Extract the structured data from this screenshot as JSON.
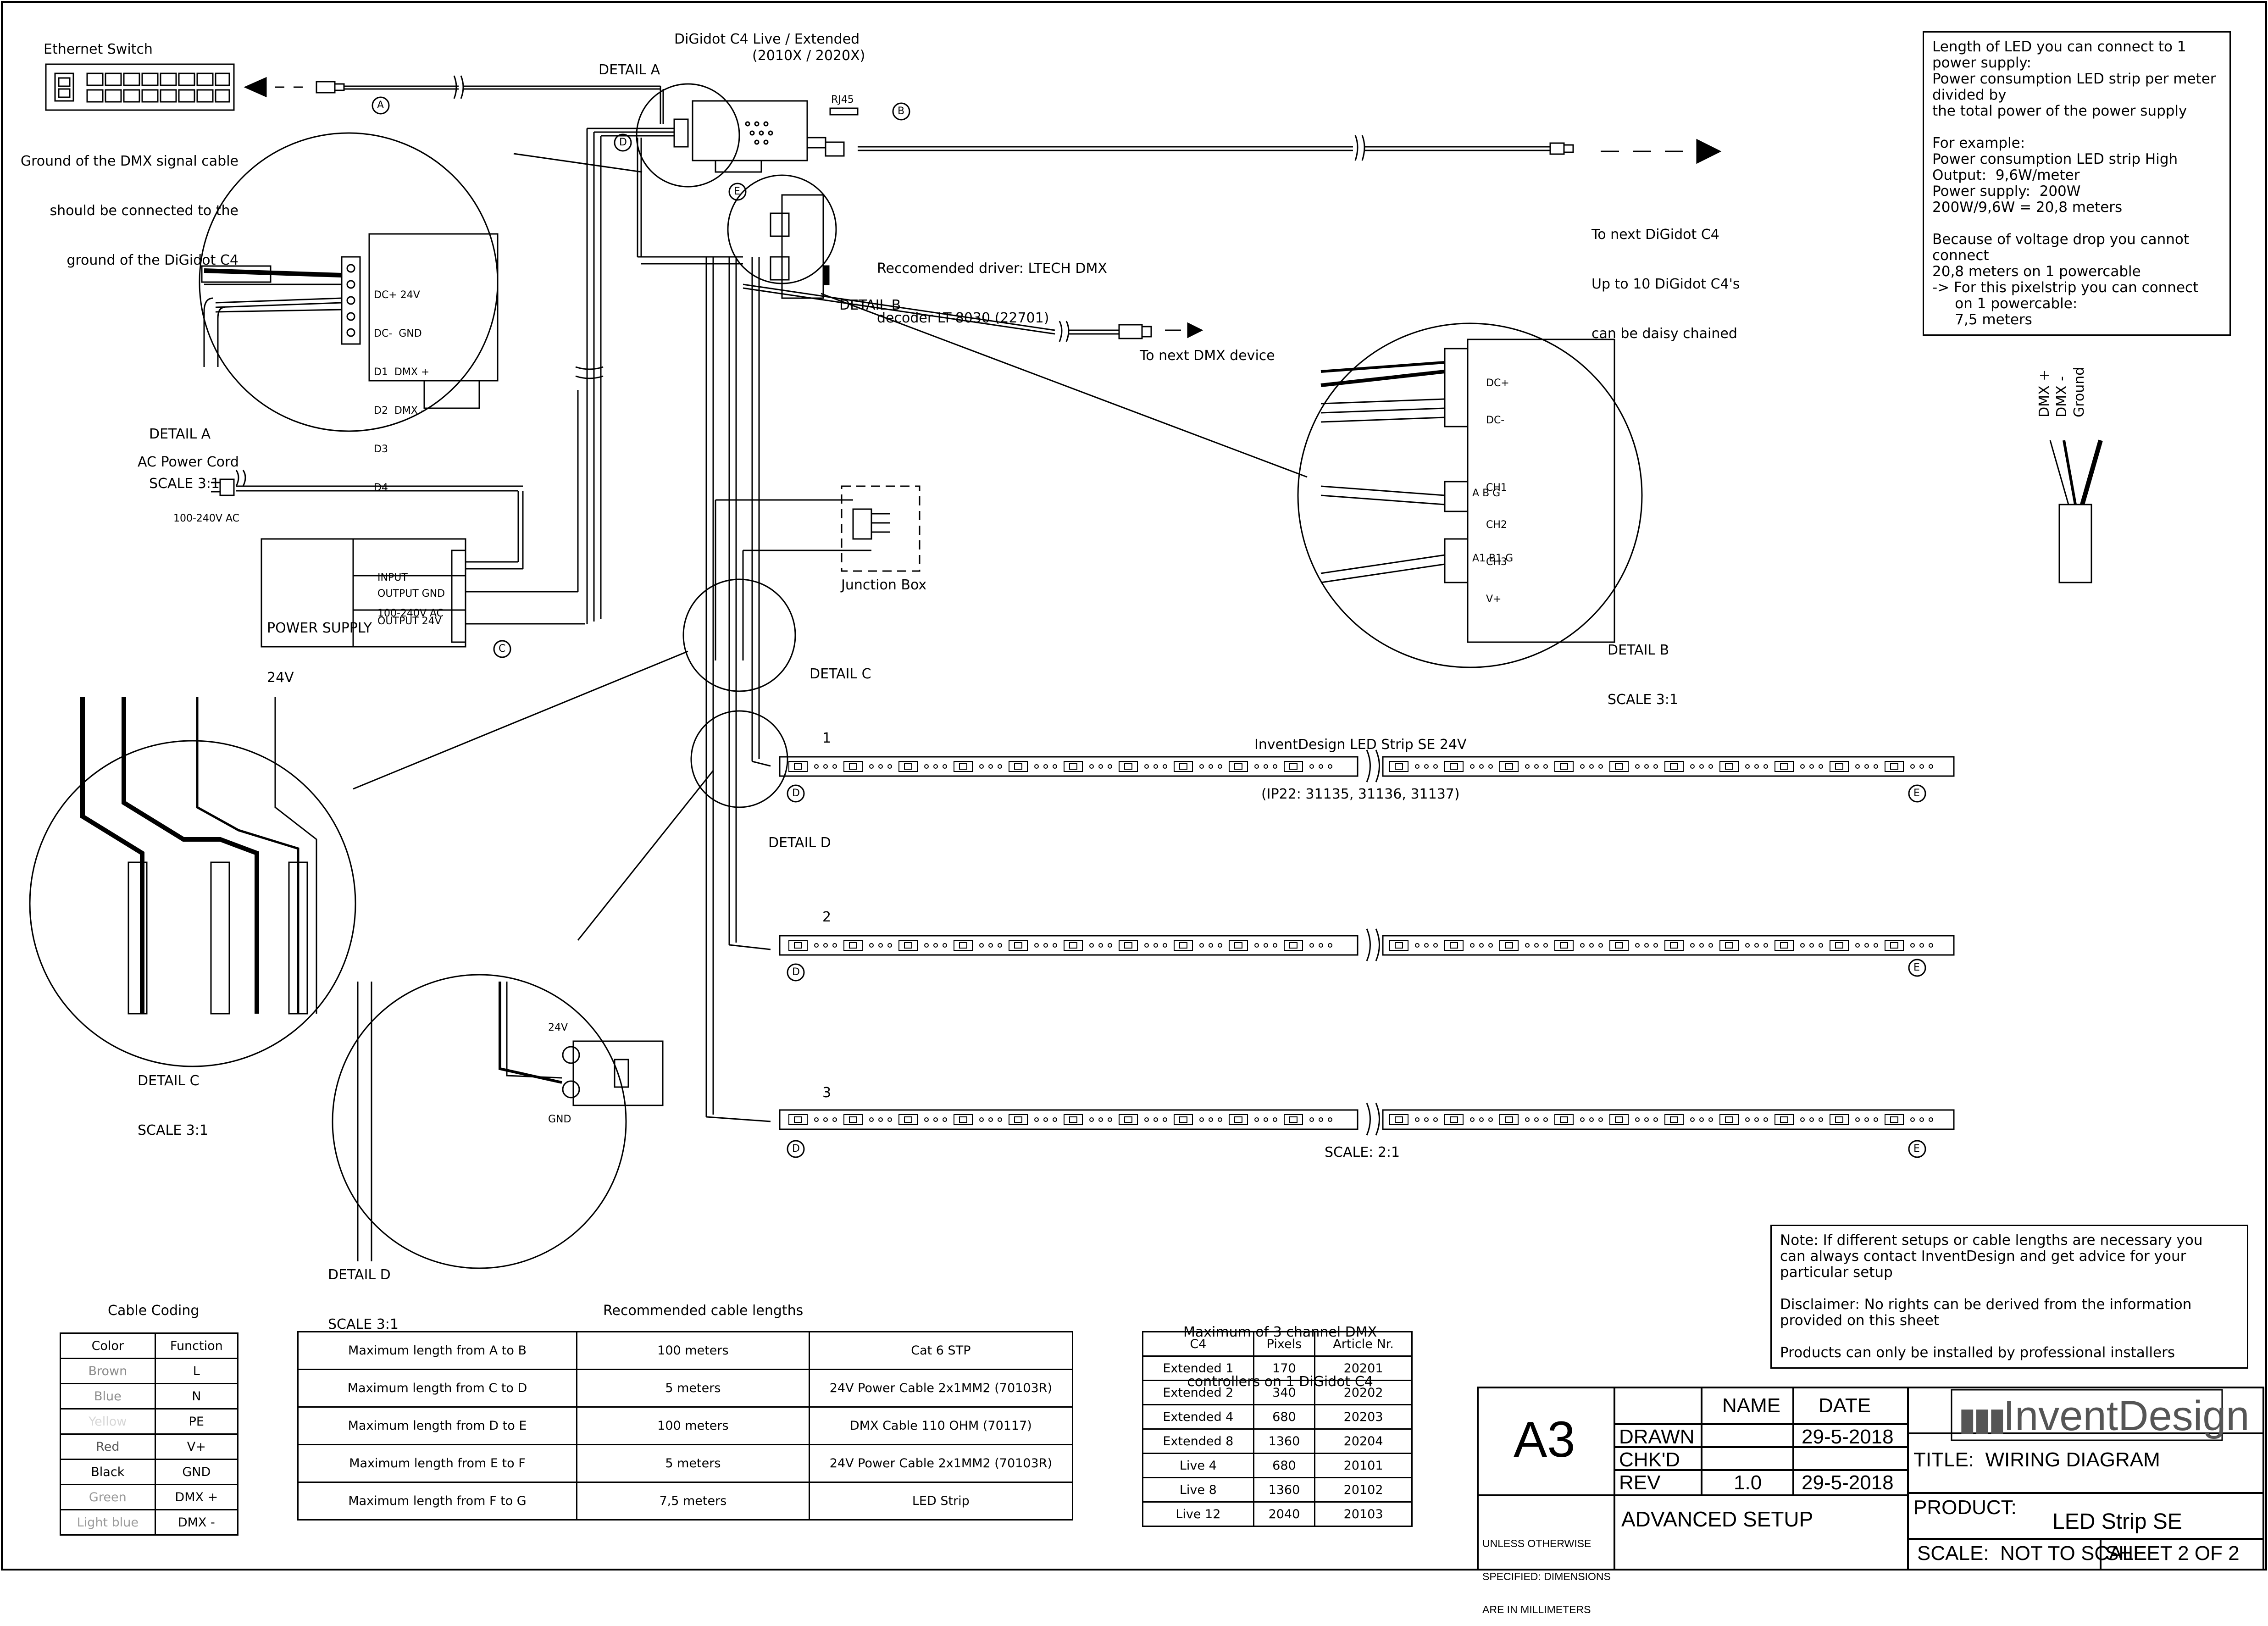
{
  "labels": {
    "ethernet_switch": "Ethernet Switch",
    "detail_a": "DETAIL A",
    "digidot_title": "DiGidot C4 Live / Extended",
    "digidot_models": "(2010X / 2020X)",
    "rj45": "RJ45",
    "ground_note": [
      "Ground of the DMX signal cable",
      "should be connected to the",
      "ground of the DiGidot C4"
    ],
    "to_next_digidot": [
      "To next DiGidot C4",
      "Up to 10 DiGidot C4's",
      "can be daisy chained"
    ],
    "recommended_driver": [
      "Reccomended driver: LTECH DMX",
      "decoder LT-8030 (22701)"
    ],
    "detail_b": "DETAIL B",
    "to_next_dmx": "To next DMX device",
    "detail_a_scale": [
      "DETAIL A",
      "SCALE 3:1"
    ],
    "ac_power_cord": "AC Power Cord",
    "voltage_range": "100-240V AC",
    "power_supply": [
      "POWER SUPPLY",
      "24V"
    ],
    "ps_input": [
      "INPUT",
      "100-240V AC"
    ],
    "ps_output_gnd": "OUTPUT GND",
    "ps_output_24v": "OUTPUT 24V",
    "junction_box": "Junction Box",
    "detail_c": "DETAIL C",
    "detail_d": "DETAIL D",
    "detail_b_scale": [
      "DETAIL B",
      "SCALE 3:1"
    ],
    "detail_c_scale": [
      "DETAIL C",
      "SCALE 3:1"
    ],
    "detail_d_scale": [
      "DETAIL D",
      "SCALE 3:1"
    ],
    "led_strip_title": [
      "InventDesign LED Strip SE 24V",
      "(IP22: 31135, 31136, 31137)"
    ],
    "strip_numbers": [
      "1",
      "2",
      "3"
    ],
    "scale_2_1": "SCALE: 2:1",
    "pins_a": [
      "DC+ 24V",
      "DC-  GND",
      "D1  DMX +",
      "D2  DMX -",
      "D3",
      "D4"
    ],
    "pins_b": [
      "DC+",
      "DC-",
      "CH1",
      "CH2",
      "CH3",
      "V+"
    ],
    "pins_b_dmx": [
      "A",
      "B",
      "G",
      "A1",
      "B1",
      "G"
    ],
    "detail_d_24v": "24V",
    "detail_d_gnd": "GND",
    "cable_legend": [
      "DMX +",
      "DMX -",
      "Ground"
    ],
    "markers": [
      "A",
      "B",
      "C",
      "D",
      "E"
    ]
  },
  "length_note": [
    "Length of LED you can connect to 1",
    "power supply:",
    "Power consumption LED strip per meter",
    "divided by",
    "the total power of the power supply",
    "",
    "For example:",
    "Power consumption LED strip High",
    "Output:  9,6W/meter",
    "Power supply:  200W",
    "200W/9,6W = 20,8 meters",
    "",
    "Because of voltage drop you cannot",
    "connect",
    "20,8 meters on 1 powercable",
    "-> For this pixelstrip you can connect",
    "     on 1 powercable:",
    "     7,5 meters"
  ],
  "disclaimer_note": [
    "Note: If different setups or cable lengths are necessary you",
    "can always contact InventDesign and get advice for your",
    "particular setup",
    "",
    "Disclaimer: No rights can be derived from the information",
    "provided on this sheet",
    "",
    "Products can only be installed by professional installers"
  ],
  "cable_coding": {
    "title": "Cable Coding",
    "headers": [
      "Color",
      "Function"
    ],
    "rows": [
      {
        "color": "Brown",
        "function": "L",
        "hex": "#8a8a8a"
      },
      {
        "color": "Blue",
        "function": "N",
        "hex": "#8a8a8a"
      },
      {
        "color": "Yellow",
        "function": "PE",
        "hex": "#d6d6d6"
      },
      {
        "color": "Red",
        "function": "V+",
        "hex": "#555555"
      },
      {
        "color": "Black",
        "function": "GND",
        "hex": "#000000"
      },
      {
        "color": "Green",
        "function": "DMX +",
        "hex": "#9a9a9a"
      },
      {
        "color": "Light blue",
        "function": "DMX -",
        "hex": "#9a9a9a"
      }
    ]
  },
  "cable_lengths": {
    "title": "Recommended cable lengths",
    "rows": [
      {
        "label": "Maximum length from A to B",
        "length": "100 meters",
        "cable": "Cat 6 STP"
      },
      {
        "label": "Maximum length from C to D",
        "length": "5 meters",
        "cable": "24V Power Cable 2x1MM2  (70103R)"
      },
      {
        "label": "Maximum length from D to E",
        "length": "100 meters",
        "cable": "DMX Cable 110 OHM (70117)"
      },
      {
        "label": "Maximum length from E to F",
        "length": "5 meters",
        "cable": "24V Power Cable 2x1MM2  (70103R)"
      },
      {
        "label": "Maximum length from F to G",
        "length": "7,5 meters",
        "cable": "LED Strip"
      }
    ]
  },
  "dmx_table": {
    "title": [
      "Maximum of 3 channel DMX",
      "controllers on 1 DiGidot C4"
    ],
    "headers": [
      "C4",
      "Pixels",
      "Article Nr."
    ],
    "rows": [
      [
        "Extended 1",
        "170",
        "20201"
      ],
      [
        "Extended 2",
        "340",
        "20202"
      ],
      [
        "Extended 4",
        "680",
        "20203"
      ],
      [
        "Extended 8",
        "1360",
        "20204"
      ],
      [
        "Live 4",
        "680",
        "20101"
      ],
      [
        "Live 8",
        "1360",
        "20102"
      ],
      [
        "Live 12",
        "2040",
        "20103"
      ]
    ]
  },
  "title_block": {
    "size": "A3",
    "name_header": "NAME",
    "date_header": "DATE",
    "drawn_label": "DRAWN",
    "drawn_date": "29-5-2018",
    "chkd_label": "CHK'D",
    "rev_label": "REV",
    "rev_value": "1.0",
    "rev_date": "29-5-2018",
    "brand": "InventDesign",
    "title": "TITLE:  WIRING DIAGRAM",
    "units_note": [
      "UNLESS OTHERWISE",
      "SPECIFIED: DIMENSIONS",
      "ARE IN MILLIMETERS"
    ],
    "setup": "ADVANCED SETUP",
    "product_label": "PRODUCT:",
    "product_value": "LED Strip SE",
    "scale": "SCALE:  NOT TO SCALE",
    "sheet": "SHEET 2 OF 2"
  }
}
